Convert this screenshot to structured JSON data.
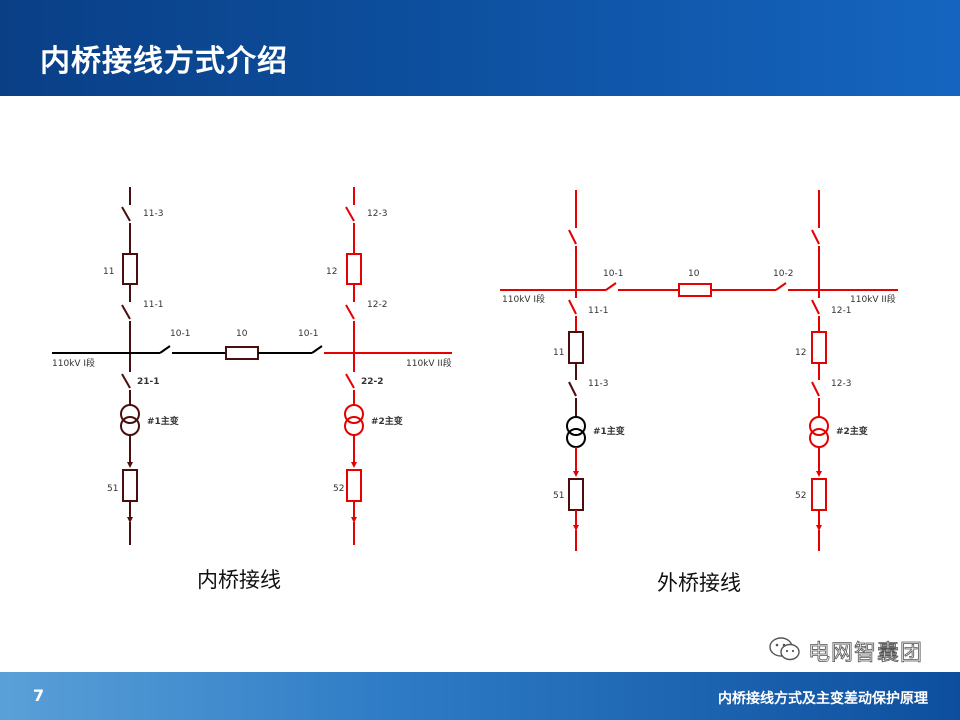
{
  "slide": {
    "title": "内桥接线方式介绍",
    "page_number": "7",
    "footer_title": "内桥接线方式及主变差动保护原理",
    "watermark": "电网智囊团"
  },
  "colors": {
    "header_bg": "#0d4f9e",
    "footer_bg": "#2f7cc6",
    "line_dark": "#4a0e0e",
    "line_red": "#e60000",
    "bus_dark": "#000000"
  },
  "inner_bridge": {
    "caption": "内桥接线",
    "bus_left": "110kV I段",
    "bus_right": "110kV II段",
    "left": {
      "switch_top": "11-3",
      "breaker": "11",
      "switch_mid": "11-1",
      "switch_low": "21-1",
      "transformer": "#1主变",
      "breaker_low": "51"
    },
    "right": {
      "switch_top": "12-3",
      "breaker": "12",
      "switch_mid": "12-2",
      "switch_low": "22-2",
      "transformer": "#2主变",
      "breaker_low": "52"
    },
    "bridge": {
      "switch_left": "10-1",
      "breaker": "10",
      "switch_right": "10-1"
    }
  },
  "outer_bridge": {
    "caption": "外桥接线",
    "bus_left": "110kV I段",
    "bus_right": "110kV II段",
    "left": {
      "switch_mid": "11-1",
      "breaker": "11",
      "switch_low": "11-3",
      "transformer": "#1主变",
      "breaker_low": "51"
    },
    "right": {
      "switch_mid": "12-1",
      "breaker": "12",
      "switch_low": "12-3",
      "transformer": "#2主变",
      "breaker_low": "52"
    },
    "bridge": {
      "switch_left": "10-1",
      "breaker": "10",
      "switch_right": "10-2"
    }
  }
}
